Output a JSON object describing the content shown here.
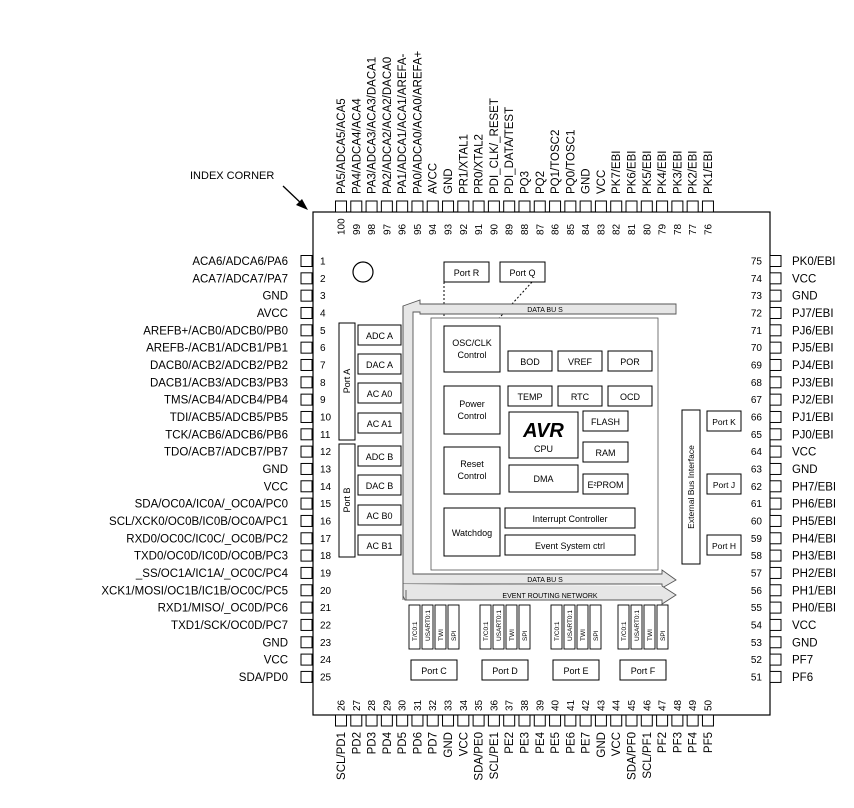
{
  "index_corner_label": "INDEX CORNER",
  "pins_left": [
    {
      "num": "1",
      "name": "ACA6/ADCA6/PA6"
    },
    {
      "num": "2",
      "name": "ACA7/ADCA7/PA7"
    },
    {
      "num": "3",
      "name": "GND"
    },
    {
      "num": "4",
      "name": "AVCC"
    },
    {
      "num": "5",
      "name": "AREFB+/ACB0/ADCB0/PB0"
    },
    {
      "num": "6",
      "name": "AREFB-/ACB1/ADCB1/PB1"
    },
    {
      "num": "7",
      "name": "DACB0/ACB2/ADCB2/PB2"
    },
    {
      "num": "8",
      "name": "DACB1/ACB3/ADCB3/PB3"
    },
    {
      "num": "9",
      "name": "TMS/ACB4/ADCB4/PB4"
    },
    {
      "num": "10",
      "name": "TDI/ACB5/ADCB5/PB5"
    },
    {
      "num": "11",
      "name": "TCK/ACB6/ADCB6/PB6"
    },
    {
      "num": "12",
      "name": "TDO/ACB7/ADCB7/PB7"
    },
    {
      "num": "13",
      "name": "GND"
    },
    {
      "num": "14",
      "name": "VCC"
    },
    {
      "num": "15",
      "name": "SDA/OC0A/IC0A/_OC0A/PC0"
    },
    {
      "num": "16",
      "name": "SCL/XCK0/OC0B/IC0B/OC0A/PC1"
    },
    {
      "num": "17",
      "name": "RXD0/OC0C/IC0C/_OC0B/PC2"
    },
    {
      "num": "18",
      "name": "TXD0/OC0D/IC0D/OC0B/PC3"
    },
    {
      "num": "19",
      "name": "_SS/OC1A/IC1A/_OC0C/PC4"
    },
    {
      "num": "20",
      "name": "XCK1/MOSI/OC1B/IC1B/OC0C/PC5"
    },
    {
      "num": "21",
      "name": "RXD1/MISO/_OC0D/PC6"
    },
    {
      "num": "22",
      "name": "TXD1/SCK/OC0D/PC7"
    },
    {
      "num": "23",
      "name": "GND"
    },
    {
      "num": "24",
      "name": "VCC"
    },
    {
      "num": "25",
      "name": "SDA/PD0"
    }
  ],
  "pins_right": [
    {
      "num": "75",
      "name": "PK0/EBI"
    },
    {
      "num": "74",
      "name": "VCC"
    },
    {
      "num": "73",
      "name": "GND"
    },
    {
      "num": "72",
      "name": "PJ7/EBI"
    },
    {
      "num": "71",
      "name": "PJ6/EBI"
    },
    {
      "num": "70",
      "name": "PJ5/EBI"
    },
    {
      "num": "69",
      "name": "PJ4/EBI"
    },
    {
      "num": "68",
      "name": "PJ3/EBI"
    },
    {
      "num": "67",
      "name": "PJ2/EBI"
    },
    {
      "num": "66",
      "name": "PJ1/EBI"
    },
    {
      "num": "65",
      "name": "PJ0/EBI"
    },
    {
      "num": "64",
      "name": "VCC"
    },
    {
      "num": "63",
      "name": "GND"
    },
    {
      "num": "62",
      "name": "PH7/EBI"
    },
    {
      "num": "61",
      "name": "PH6/EBI"
    },
    {
      "num": "60",
      "name": "PH5/EBI"
    },
    {
      "num": "59",
      "name": "PH4/EBI"
    },
    {
      "num": "58",
      "name": "PH3/EBI"
    },
    {
      "num": "57",
      "name": "PH2/EBI"
    },
    {
      "num": "56",
      "name": "PH1/EBI"
    },
    {
      "num": "55",
      "name": "PH0/EBI"
    },
    {
      "num": "54",
      "name": "VCC"
    },
    {
      "num": "53",
      "name": "GND"
    },
    {
      "num": "52",
      "name": "PF7"
    },
    {
      "num": "51",
      "name": "PF6"
    }
  ],
  "pins_top": [
    {
      "num": "100",
      "name": "PA5/ADCA5/ACA5"
    },
    {
      "num": "99",
      "name": "PA4/ADCA4/ACA4"
    },
    {
      "num": "98",
      "name": "PA3/ADCA3/ACA3/DACA1"
    },
    {
      "num": "97",
      "name": "PA2/ADCA2/ACA2/DACA0"
    },
    {
      "num": "96",
      "name": "PA1/ADCA1/ACA1/AREFA-"
    },
    {
      "num": "95",
      "name": "PA0/ADCA0/ACA0/AREFA+"
    },
    {
      "num": "94",
      "name": "AVCC"
    },
    {
      "num": "93",
      "name": "GND"
    },
    {
      "num": "92",
      "name": "PR1/XTAL1"
    },
    {
      "num": "91",
      "name": "PR0/XTAL2"
    },
    {
      "num": "90",
      "name": "PDI_CLK/_RESET"
    },
    {
      "num": "89",
      "name": "PDI_DATA/TEST"
    },
    {
      "num": "88",
      "name": "PQ3"
    },
    {
      "num": "87",
      "name": "PQ2"
    },
    {
      "num": "86",
      "name": "PQ1/TOSC2"
    },
    {
      "num": "85",
      "name": "PQ0/TOSC1"
    },
    {
      "num": "84",
      "name": "GND"
    },
    {
      "num": "83",
      "name": "VCC"
    },
    {
      "num": "82",
      "name": "PK7/EBI"
    },
    {
      "num": "81",
      "name": "PK6/EBI"
    },
    {
      "num": "80",
      "name": "PK5/EBI"
    },
    {
      "num": "79",
      "name": "PK4/EBI"
    },
    {
      "num": "78",
      "name": "PK3/EBI"
    },
    {
      "num": "77",
      "name": "PK2/EBI"
    },
    {
      "num": "76",
      "name": "PK1/EBI"
    }
  ],
  "pins_bottom": [
    {
      "num": "26",
      "name": "SCL/PD1"
    },
    {
      "num": "27",
      "name": "PD2"
    },
    {
      "num": "28",
      "name": "PD3"
    },
    {
      "num": "29",
      "name": "PD4"
    },
    {
      "num": "30",
      "name": "PD5"
    },
    {
      "num": "31",
      "name": "PD6"
    },
    {
      "num": "32",
      "name": "PD7"
    },
    {
      "num": "33",
      "name": "GND"
    },
    {
      "num": "34",
      "name": "VCC"
    },
    {
      "num": "35",
      "name": "SDA/PE0"
    },
    {
      "num": "36",
      "name": "SCL/PE1"
    },
    {
      "num": "37",
      "name": "PE2"
    },
    {
      "num": "38",
      "name": "PE3"
    },
    {
      "num": "39",
      "name": "PE4"
    },
    {
      "num": "40",
      "name": "PE5"
    },
    {
      "num": "41",
      "name": "PE6"
    },
    {
      "num": "42",
      "name": "PE7"
    },
    {
      "num": "43",
      "name": "GND"
    },
    {
      "num": "44",
      "name": "VCC"
    },
    {
      "num": "45",
      "name": "SDA/PF0"
    },
    {
      "num": "46",
      "name": "SCL/PF1"
    },
    {
      "num": "47",
      "name": "PF2"
    },
    {
      "num": "48",
      "name": "PF3"
    },
    {
      "num": "49",
      "name": "PF4"
    },
    {
      "num": "50",
      "name": "PF5"
    }
  ],
  "blocks": {
    "port_r": "Port R",
    "port_q": "Port Q",
    "data_bus_top": "DATA BU S",
    "data_bus_bottom": "DATA BU S",
    "event_routing": "EVENT ROUTING NETWORK",
    "osc_line1": "OSC/CLK",
    "osc_line2": "Control",
    "bod": "BOD",
    "vref": "VREF",
    "por": "POR",
    "power_line1": "Power",
    "power_line2": "Control",
    "temp": "TEMP",
    "rtc": "RTC",
    "ocd": "OCD",
    "avr_logo": "AVR",
    "cpu": "CPU",
    "flash": "FLASH",
    "ram": "RAM",
    "reset_line1": "Reset",
    "reset_line2": "Control",
    "dma": "DMA",
    "eeprom": "E²PROM",
    "watchdog": "Watchdog",
    "interrupt": "Interrupt Controller",
    "event_system": "Event System ctrl",
    "port_a": "Port A",
    "adc_a": "ADC A",
    "dac_a": "DAC A",
    "ac_a0": "AC A0",
    "ac_a1": "AC A1",
    "port_b": "Port B",
    "adc_b": "ADC B",
    "dac_b": "DAC B",
    "ac_b0": "AC B0",
    "ac_b1": "AC B1",
    "ebi": "External Bus Interface",
    "port_k": "Port K",
    "port_j": "Port J",
    "port_h": "Port H",
    "port_c": "Port C",
    "port_d": "Port D",
    "port_e": "Port E",
    "port_f": "Port F",
    "periph_tc": "T/C0:1",
    "periph_usart": "USART0:1",
    "periph_twi": "TWI",
    "periph_spi": "SPI"
  },
  "colors": {
    "line": "#000000",
    "bus_fill": "#e6e6e6",
    "bus_stroke": "#555555"
  }
}
